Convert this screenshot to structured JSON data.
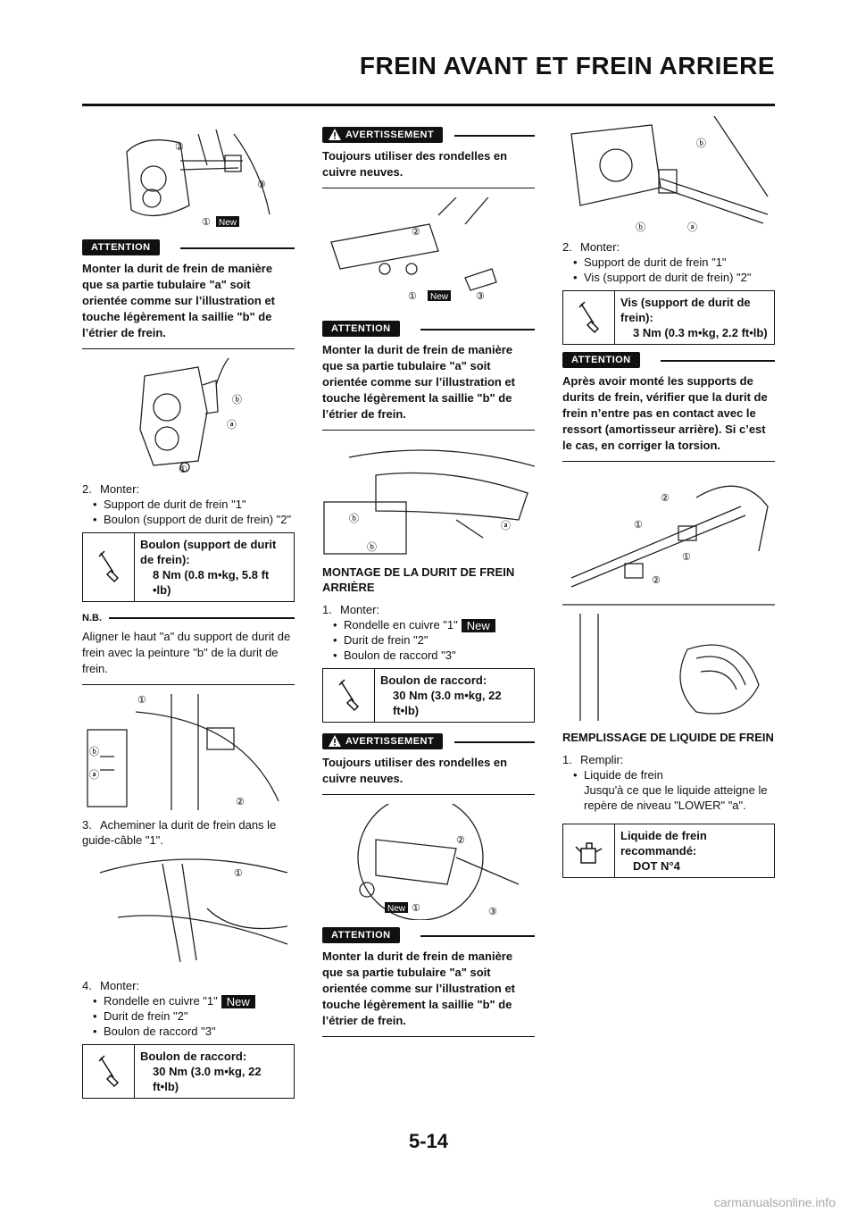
{
  "header": {
    "title": "FREIN AVANT ET FREIN ARRIERE"
  },
  "page_number": "5-14",
  "watermark": "carmanualsonline.info",
  "labels": {
    "attention": "ATTENTION",
    "avertissement": "AVERTISSEMENT",
    "nb": "N.B.",
    "new": "New"
  },
  "col1": {
    "attention1": "Monter la durit de frein de manière que sa partie tubulaire \"a\" soit orientée comme sur l’illustration et touche légèrement la saillie \"b\" de l’étrier de frein.",
    "step2": {
      "num": "2.",
      "title": "Monter:",
      "bullets": [
        "Support de durit de frein \"1\"",
        "Boulon (support de durit de frein) \"2\""
      ]
    },
    "torque1": {
      "label": "Boulon (support de durit de frein):",
      "value": "8 Nm (0.8 m•kg, 5.8 ft •lb)"
    },
    "nb_text": "Aligner le haut \"a\" du support de durit de frein avec la peinture \"b\" de la durit de frein.",
    "step3": {
      "num": "3.",
      "text": "Acheminer la durit de frein dans le guide-câble \"1\"."
    },
    "step4": {
      "num": "4.",
      "title": "Monter:",
      "bullets": [
        "Rondelle en cuivre \"1\"",
        "Durit de frein \"2\"",
        "Boulon de raccord \"3\""
      ]
    },
    "torque2": {
      "label": "Boulon de raccord:",
      "value": "30 Nm (3.0 m•kg, 22 ft•lb)"
    }
  },
  "col2": {
    "warning1": "Toujours utiliser des rondelles en cuivre neuves.",
    "attention1": "Monter la durit de frein de manière que sa partie tubulaire \"a\" soit orientée comme sur l’illustration et touche légèrement la saillie \"b\" de l’étrier de frein.",
    "section_title": "MONTAGE DE LA DURIT DE FREIN ARRIÈRE",
    "step1": {
      "num": "1.",
      "title": "Monter:",
      "bullets": [
        "Rondelle en cuivre \"1\"",
        "Durit de frein \"2\"",
        "Boulon de raccord \"3\""
      ]
    },
    "torque1": {
      "label": "Boulon de raccord:",
      "value": "30 Nm (3.0 m•kg, 22 ft•lb)"
    },
    "warning2": "Toujours utiliser des rondelles en cuivre neuves.",
    "attention2": "Monter la durit de frein de manière que sa partie tubulaire \"a\" soit orientée comme sur l’illustration et touche légèrement la saillie \"b\" de l’étrier de frein."
  },
  "col3": {
    "step2": {
      "num": "2.",
      "title": "Monter:",
      "bullets": [
        "Support de durit de frein \"1\"",
        "Vis (support de durit de frein) \"2\""
      ]
    },
    "torque1": {
      "label": "Vis (support de durit de frein):",
      "value": "3 Nm (0.3 m•kg, 2.2 ft•lb)"
    },
    "attention1": "Après avoir monté les supports de durits de frein, vérifier que la durit de frein n’entre pas en contact avec le ressort (amortisseur arrière). Si c’est le cas, en corriger la torsion.",
    "section_title": "REMPLISSAGE DE LIQUIDE DE FREIN",
    "step1": {
      "num": "1.",
      "title": "Remplir:",
      "bullets": [
        "Liquide de frein"
      ],
      "subtext": "Jusqu'à ce que le liquide atteigne le repère de niveau \"LOWER\" \"a\"."
    },
    "fluid": {
      "label": "Liquide de frein recommandé:",
      "value": "DOT N°4"
    }
  }
}
